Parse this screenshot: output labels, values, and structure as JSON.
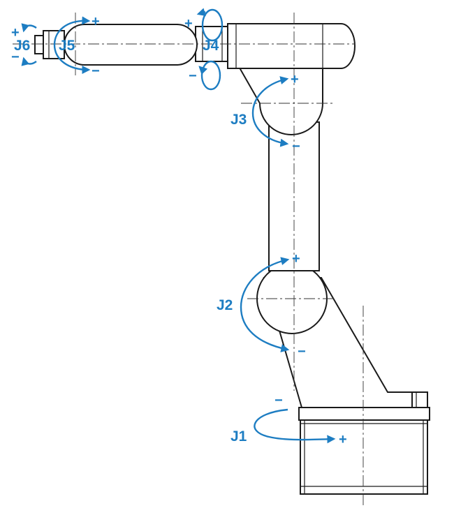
{
  "colors": {
    "annotation": "#1d7dc2",
    "line": "#1a1a1a",
    "background": "#ffffff"
  },
  "joints": [
    {
      "label": "J1",
      "plus": "+",
      "minus": "−"
    },
    {
      "label": "J2",
      "plus": "+",
      "minus": "−"
    },
    {
      "label": "J3",
      "plus": "+",
      "minus": "−"
    },
    {
      "label": "J4",
      "plus": "+",
      "minus": "−"
    },
    {
      "label": "J5",
      "plus": "+",
      "minus": "−"
    },
    {
      "label": "J6",
      "plus": "+",
      "minus": "−"
    }
  ]
}
